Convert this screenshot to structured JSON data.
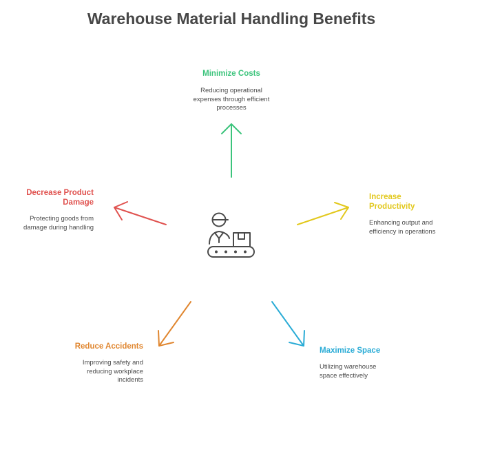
{
  "title": "Warehouse Material Handling Benefits",
  "center_icon": "worker-conveyor-icon",
  "colors": {
    "title": "#474747",
    "green": "#3cc47c",
    "red": "#e0524f",
    "yellow": "#e2c81c",
    "orange": "#e0862f",
    "blue": "#2bacd6",
    "icon": "#4a4a4a"
  },
  "nodes": [
    {
      "id": "minimize-costs",
      "title": "Minimize Costs",
      "description": "Reducing operational expenses through efficient processes",
      "color": "#3cc47c",
      "direction": "up"
    },
    {
      "id": "increase-productivity",
      "title": "Increase Productivity",
      "description": "Enhancing output and efficiency in operations",
      "color": "#e2c81c",
      "direction": "up-right"
    },
    {
      "id": "maximize-space",
      "title": "Maximize Space",
      "description": "Utilizing warehouse space effectively",
      "color": "#2bacd6",
      "direction": "down-right"
    },
    {
      "id": "reduce-accidents",
      "title": "Reduce Accidents",
      "description": "Improving safety and reducing workplace incidents",
      "color": "#e0862f",
      "direction": "down-left"
    },
    {
      "id": "decrease-product-damage",
      "title": "Decrease Product Damage",
      "description": "Protecting goods from damage during handling",
      "color": "#e0524f",
      "direction": "up-left"
    }
  ]
}
